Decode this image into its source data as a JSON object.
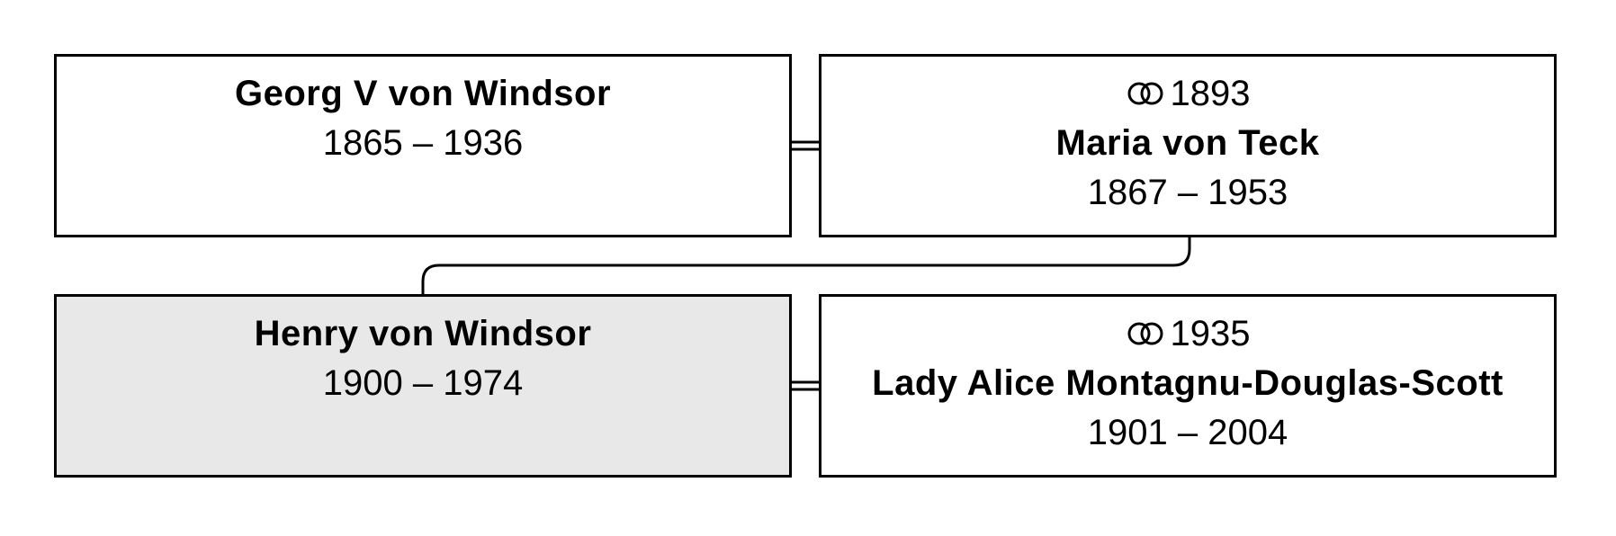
{
  "persons": [
    {
      "name": "Georg V von Windsor",
      "dates": "1865 – 1936"
    },
    {
      "marriage_year": "1893",
      "name": "Maria von Teck",
      "dates": "1867 – 1953"
    },
    {
      "name": "Henry von Windsor",
      "dates": "1900 – 1974"
    },
    {
      "marriage_year": "1935",
      "name": "Lady Alice Montagnu-Douglas-Scott",
      "dates": "1901 – 2004"
    }
  ]
}
